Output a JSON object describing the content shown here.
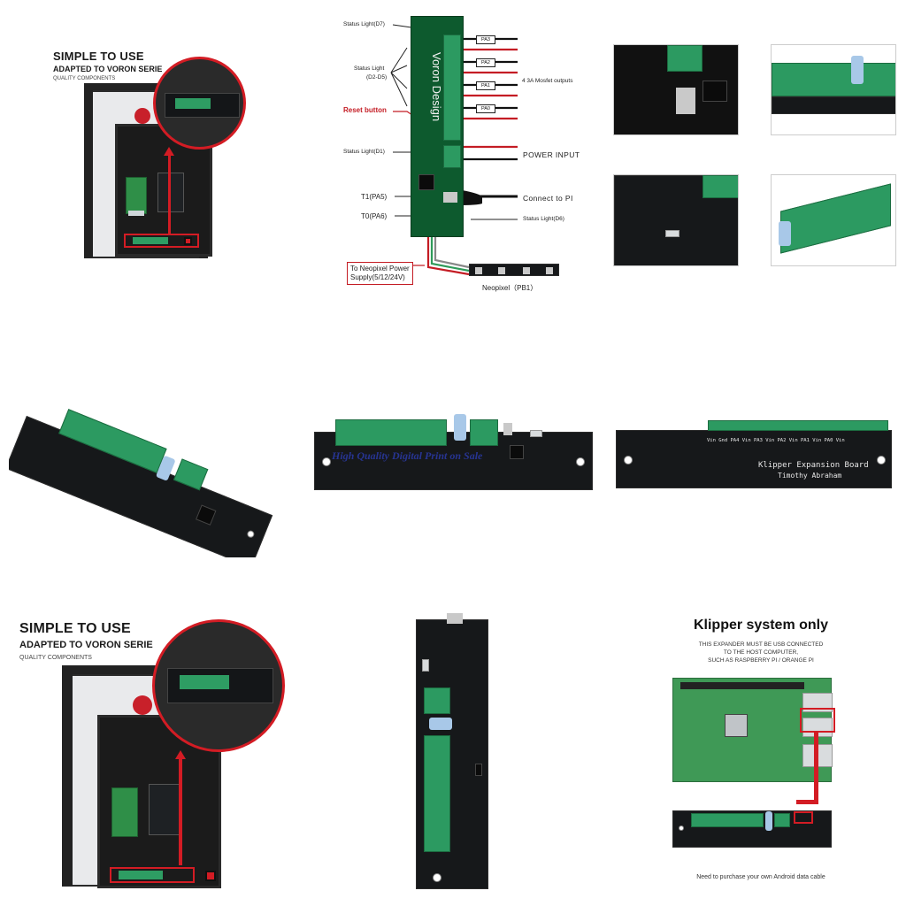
{
  "printer_top": {
    "title": "SIMPLE TO USE",
    "subtitle": "ADAPTED TO VORON SERIE",
    "small": "QUALITY COMPONENTS"
  },
  "printer_bottom": {
    "title": "SIMPLE TO USE",
    "subtitle": "ADAPTED TO VORON SERIE",
    "small": "QUALITY COMPONENTS"
  },
  "diagram": {
    "board_text": "Voron Design",
    "status_d7": "Status Light(D7)",
    "status_d2_d5_a": "Status Light",
    "status_d2_d5_b": "(D2-D5)",
    "reset": "Reset button",
    "status_d1": "Status Light(D1)",
    "t1": "T1(PA5)",
    "t0": "T0(PA6)",
    "pins": [
      "PA3",
      "PA2",
      "PA1",
      "PA0"
    ],
    "mosfet": "4 3A Mosfet outputs",
    "power_input": "POWER INPUT",
    "connect_pi": "Connect to PI",
    "status_d6": "Status Light(D6)",
    "neopixel_supply_a": "To Neopixel Power",
    "neopixel_supply_b": "Supply(5/12/24V)",
    "neopixel": "Neopixel（PB1）"
  },
  "product": {
    "watermark": "High Quality Digital Print on Sale",
    "back_title": "Klipper Expansion Board",
    "back_author": "Timothy Abraham",
    "back_pins": "Vin Gnd   PA4 Vin  PA3 Vin  PA2 Vin  PA1 Vin  PA0 Vin"
  },
  "klipper": {
    "title": "Klipper system only",
    "desc_1": "THIS EXPANDER MUST BE USB CONNECTED",
    "desc_2": "TO THE HOST COMPUTER,",
    "desc_3": "SUCH AS RASPBERRY PI / ORANGE PI",
    "footer": "Need to purchase your own Android data cable"
  },
  "colors": {
    "accent_red": "#d31c24",
    "pcb_green": "#0d5a2e",
    "terminal_green": "#2c9a61",
    "board_black": "#16181a",
    "fuse_blue": "#a8c8e8"
  }
}
